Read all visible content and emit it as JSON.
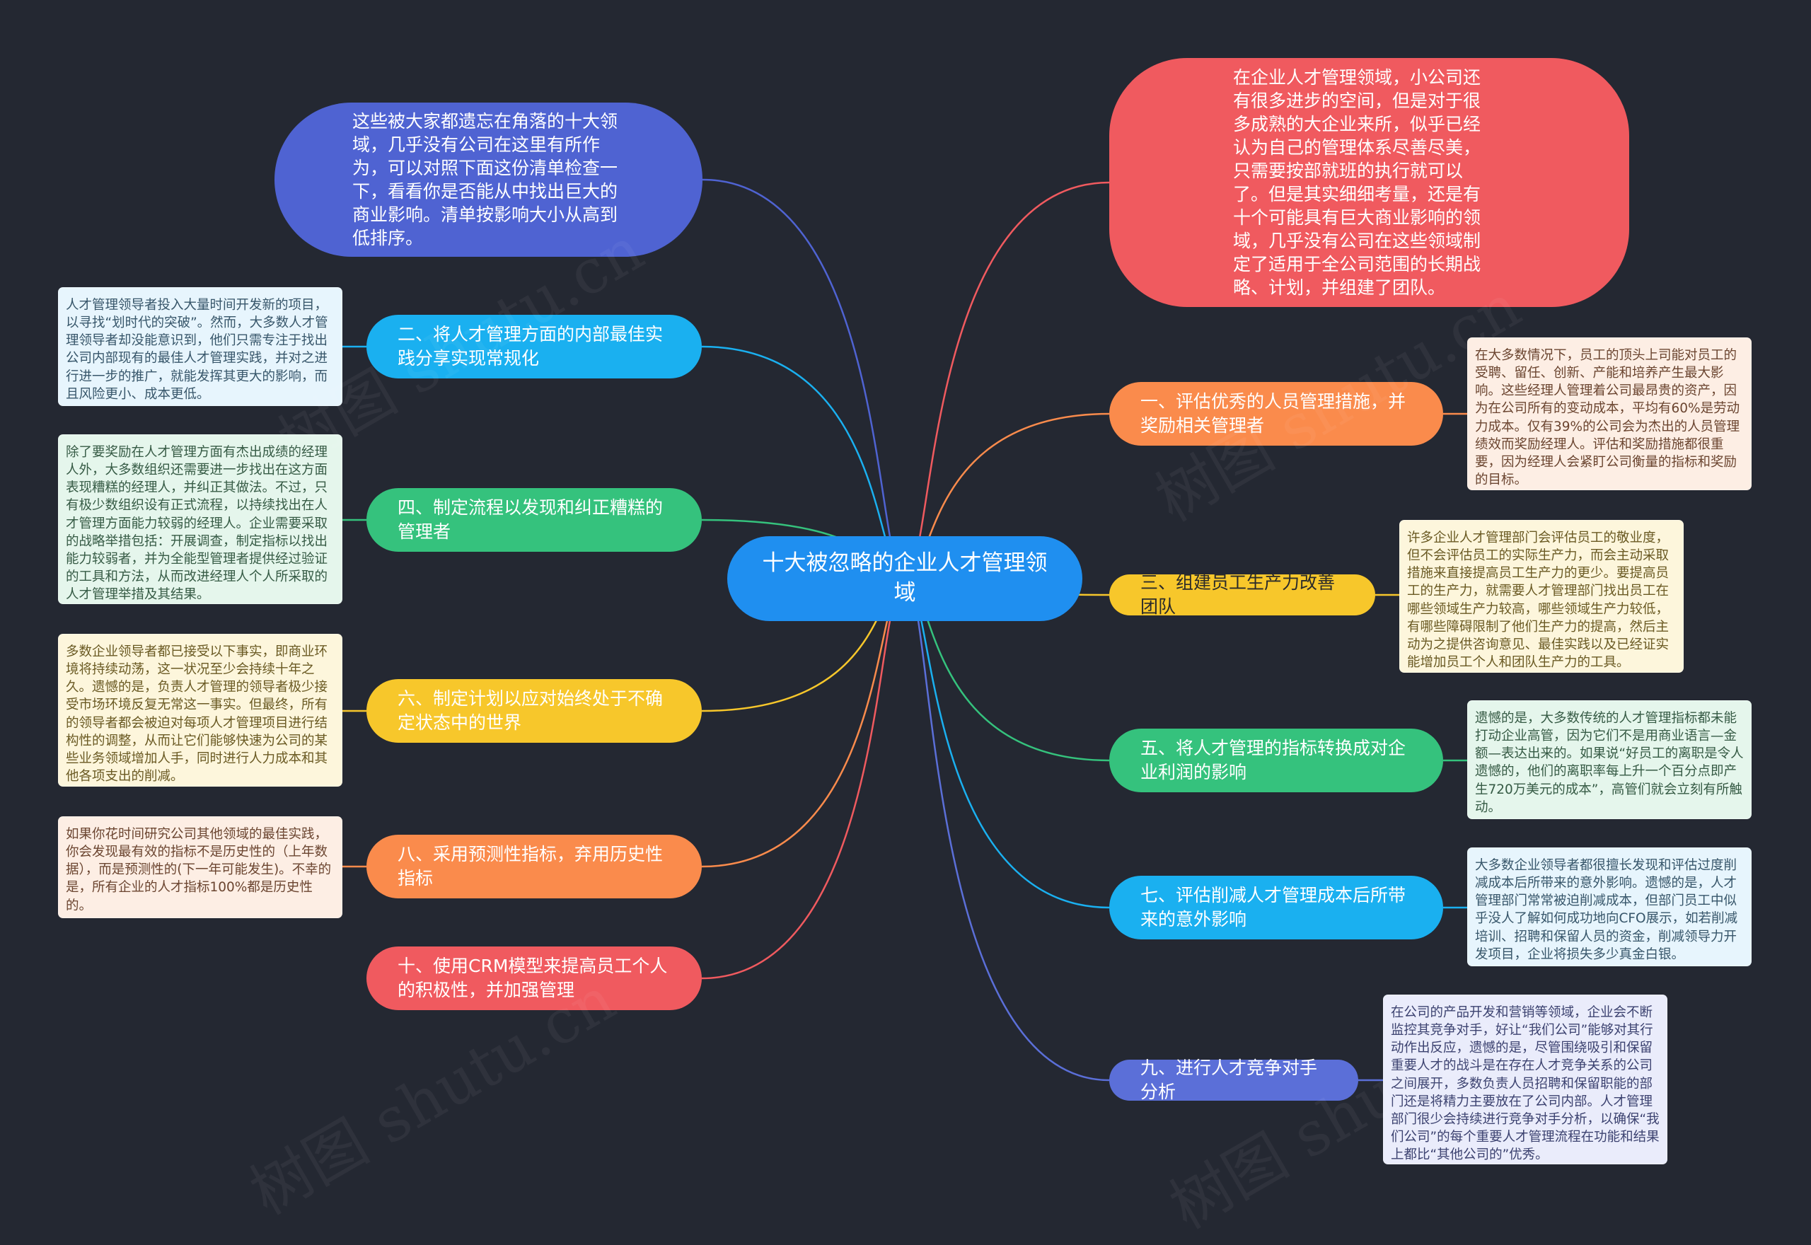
{
  "colors": {
    "background": "#242832",
    "center": "#1f8ff0",
    "blue_purple": "#4f63d2",
    "red": "#f05a5f",
    "orange": "#fa8b4c",
    "yellow": "#f7c72b",
    "green": "#35c27d",
    "cyan": "#1ab0f0",
    "indigo": "#5b6fd8"
  },
  "center": {
    "title": "十大被忽略的企业人才管理领域"
  },
  "intro": {
    "left": "这些被大家都遗忘在角落的十大领域，几乎没有公司在这里有所作为，可以对照下面这份清单检查一下，看看你是否能从中找出巨大的商业影响。清单按影响大小从高到低排序。",
    "right": "在企业人才管理领域，小公司还有很多进步的空间，但是对于很多成熟的大企业来所，似乎已经认为自己的管理体系尽善尽美，只需要按部就班的执行就可以了。但是其实细细考量，还是有十个可能具有巨大商业影响的领域，几乎没有公司在这些领域制定了适用于全公司范围的长期战略、计划，并组建了团队。"
  },
  "topics": {
    "t1": "一、评估优秀的人员管理措施，并奖励相关管理者",
    "t2": "二、将人才管理方面的内部最佳实践分享实现常规化",
    "t3": "三、组建员工生产力改善团队",
    "t4": "四、制定流程以发现和纠正糟糕的管理者",
    "t5": "五、将人才管理的指标转换成对企业利润的影响",
    "t6": "六、制定计划以应对始终处于不确定状态中的世界",
    "t7": "七、评估削减人才管理成本后所带来的意外影响",
    "t8": "八、采用预测性指标，弃用历史性指标",
    "t9": "九、进行人才竞争对手分析",
    "t10": "十、使用CRM模型来提高员工个人的积极性，并加强管理"
  },
  "notes": {
    "n1": "在大多数情况下，员工的顶头上司能对员工的受聘、留任、创新、产能和培养产生最大影响。这些经理人管理着公司最昂贵的资产，因为在公司所有的变动成本，平均有60%是劳动力成本。仅有39%的公司会为杰出的人员管理绩效而奖励经理人。评估和奖励措施都很重要，因为经理人会紧盯公司衡量的指标和奖励的目标。",
    "n2": "人才管理领导者投入大量时间开发新的项目，以寻找“划时代的突破”。然而，大多数人才管理领导者却没能意识到，他们只需专注于找出公司内部现有的最佳人才管理实践，并对之进行进一步的推广，就能发挥其更大的影响，而且风险更小、成本更低。",
    "n3": "许多企业人才管理部门会评估员工的敬业度，但不会评估员工的实际生产力，而会主动采取措施来直接提高员工生产力的更少。要提高员工的生产力，就需要人才管理部门找出员工在哪些领域生产力较高，哪些领域生产力较低，有哪些障碍限制了他们生产力的提高，然后主动为之提供咨询意见、最佳实践以及已经证实能增加员工个人和团队生产力的工具。",
    "n4": "除了要奖励在人才管理方面有杰出成绩的经理人外，大多数组织还需要进一步找出在这方面表现糟糕的经理人，并纠正其做法。不过，只有极少数组织设有正式流程，以持续找出在人才管理方面能力较弱的经理人。企业需要采取的战略举措包括：开展调查，制定指标以找出能力较弱者，并为全能型管理者提供经过验证的工具和方法，从而改进经理人个人所采取的人才管理举措及其结果。",
    "n5": "遗憾的是，大多数传统的人才管理指标都未能打动企业高管，因为它们不是用商业语言—金额—表达出来的。如果说“好员工的离职是令人遗憾的，他们的离职率每上升一个百分点即产生720万美元的成本”，高管们就会立刻有所触动。",
    "n6": "多数企业领导者都已接受以下事实，即商业环境将持续动荡，这一状况至少会持续十年之久。遗憾的是，负责人才管理的领导者极少接受市场环境反复无常这一事实。但最终，所有的领导者都会被迫对每项人才管理项目进行结构性的调整，从而让它们能够快速为公司的某些业务领域增加人手，同时进行人力成本和其他各项支出的削减。",
    "n7": "大多数企业领导者都很擅长发现和评估过度削减成本后所带来的意外影响。遗憾的是，人才管理部门常常被迫削减成本，但部门员工中似乎没人了解如何成功地向CFO展示，如若削减培训、招聘和保留人员的资金，削减领导力开发项目，企业将损失多少真金白银。",
    "n8": "如果你花时间研究公司其他领域的最佳实践，你会发现最有效的指标不是历史性的（上年数据），而是预测性的(下一年可能发生)。不幸的是，所有企业的人才指标100%都是历史性的。",
    "n9": "在公司的产品开发和营销等领域，企业会不断监控其竞争对手，好让“我们公司”能够对其行动作出反应，遗憾的是，尽管围绕吸引和保留重要人才的战斗是在存在人才竞争关系的公司之间展开，多数负责人员招聘和保留职能的部门还是将精力主要放在了公司内部。人才管理部门很少会持续进行竞争对手分析，以确保“我们公司”的每个重要人才管理流程在功能和结果上都比“其他公司的”优秀。"
  },
  "watermark": "树图 shutu.cn"
}
